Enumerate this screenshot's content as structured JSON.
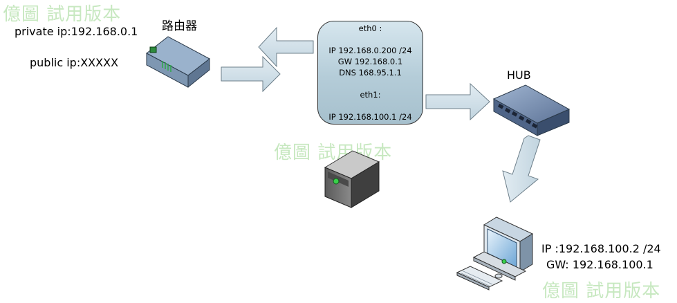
{
  "router": {
    "title": "路由器",
    "private_ip": "private ip:192.168.0.1",
    "public_ip": "public ip:XXXXX"
  },
  "server_box": {
    "lines": [
      "eth0 :",
      "",
      "IP 192.168.0.200 /24",
      "GW 192.168.0.1",
      "DNS 168.95.1.1",
      "",
      "eth1:",
      "",
      "IP 192.168.100.1 /24"
    ]
  },
  "hub": {
    "label": "HUB"
  },
  "client": {
    "ip": "IP :192.168.100.2 /24",
    "gw": "GW: 192.168.100.1"
  },
  "watermarks": [
    "億圖 試用版本",
    "億圖 試用版本",
    "億圖 試用版本"
  ],
  "colors": {
    "arrow_fill": "#d2e1ea",
    "arrow_stroke": "#6d7f8a",
    "box_fill": "#b4ccd8",
    "watermark": "#c7e8c0"
  },
  "icons": [
    "router-icon",
    "server-icon",
    "hub-icon",
    "computer-icon"
  ]
}
